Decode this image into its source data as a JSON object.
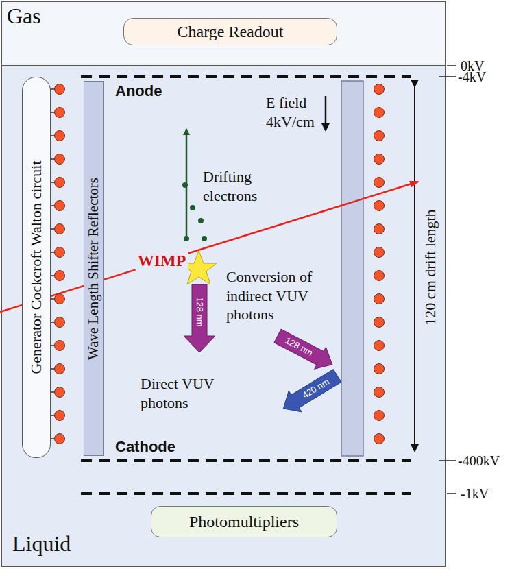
{
  "diagram": {
    "nodes": [
      {
        "text": [
          "Gas"
        ]
      },
      {
        "text": [
          "Charge Readout"
        ],
        "in": 0
      },
      {
        "text": [
          "Liquid"
        ]
      },
      {
        "text": [
          "Generator  Cockcroft Walton circuit"
        ],
        "in": 2
      },
      {
        "text": [
          "Wave Length Shifter Reflectors"
        ],
        "in": 2
      },
      {
        "text": [
          "Photomultipliers"
        ],
        "in": 2
      }
    ],
    "labels": [
      "0kV",
      "-4kV",
      "Anode",
      "E field 4kV/cm",
      "Drifting electrons",
      "WIMP",
      "Conversion of indirect VUV photons",
      "128 nm",
      "128 nm",
      "420 nm",
      "Direct VUV photons",
      "Cathode",
      "120 cm drift length",
      "-400kV",
      "-1kV"
    ]
  }
}
